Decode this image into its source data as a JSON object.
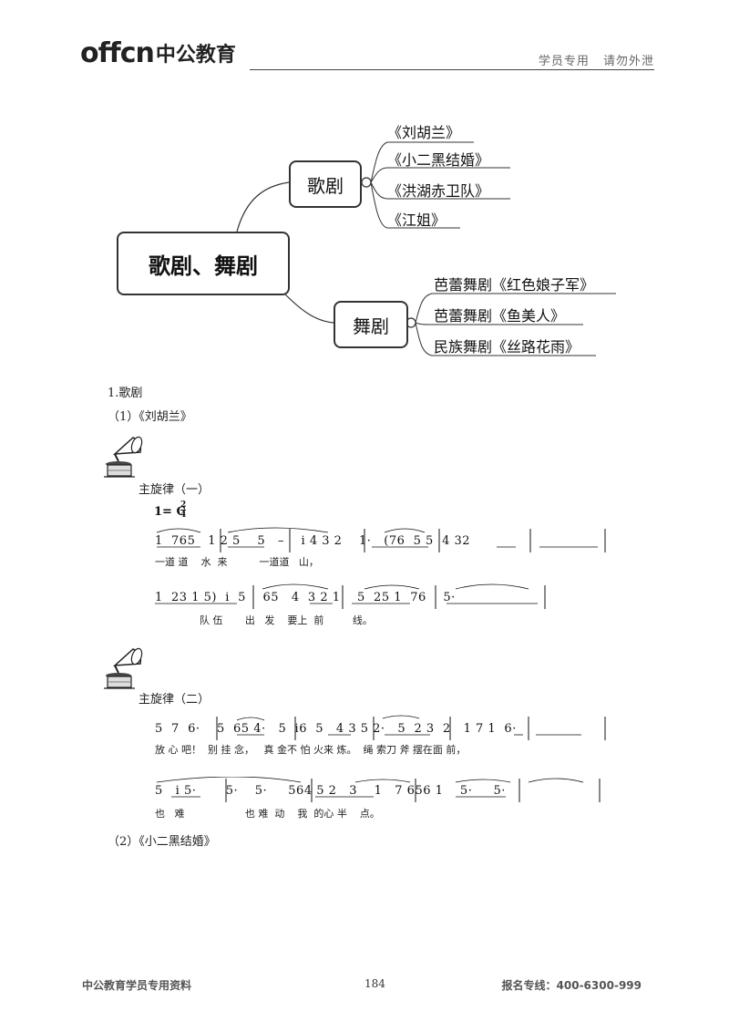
{
  "header": {
    "logo_latin": "offcn",
    "logo_cn": "中公教育",
    "tag1": "学员专用",
    "tag2": "请勿外泄"
  },
  "mindmap": {
    "root": "歌剧、舞剧",
    "branches": [
      {
        "label": "歌剧",
        "leaves": [
          "《刘胡兰》",
          "《小二黑结婚》",
          "《洪湖赤卫队》",
          "《江姐》"
        ]
      },
      {
        "label": "舞剧",
        "leaves": [
          "芭蕾舞剧《红色娘子军》",
          "芭蕾舞剧《鱼美人》",
          "民族舞剧《丝路花雨》"
        ]
      }
    ]
  },
  "section": {
    "heading": "1.歌剧",
    "item1": "（1）《刘胡兰》",
    "theme1": "主旋律（一）",
    "theme2": "主旋律（二）",
    "item2": "（2）《小二黑结婚》"
  },
  "notation": {
    "key": "1= C",
    "time_top": "2",
    "time_bottom": "4",
    "theme1_row1_notes": "1  765   1 2 5    5   –    i 4 3 2    1·   (76  5 5  4 32",
    "theme1_row1_lyrics": "一道 道    水  来          一道道   山，",
    "theme1_row2_notes": "1  23 1 5)  i  5    65   4  3 2 1    5  25 1  76    5·",
    "theme1_row2_lyrics": "              队 伍       出   发    要上  前         线。",
    "theme2_row1_notes": "5  7  6·    5  65 4·   5  i6  5   4 3 5 2·   5  2 3  2   1 7 1  6·",
    "theme2_row1_lyrics": "放 心 吧！  别 挂 念，   真 金不 怕 火来 炼。  绳 索刀 斧 摆在面 前，",
    "theme2_row2_notes": "5   i 5·       5·    5·     564 5 2   3    1   7 656 1    5·     5·",
    "theme2_row2_lyrics": "也   难                   也 难  动    我  的心 半    点。"
  },
  "footer": {
    "left": "中公教育学员专用资料",
    "page": "184",
    "right": "报名专线：400-6300-999"
  }
}
